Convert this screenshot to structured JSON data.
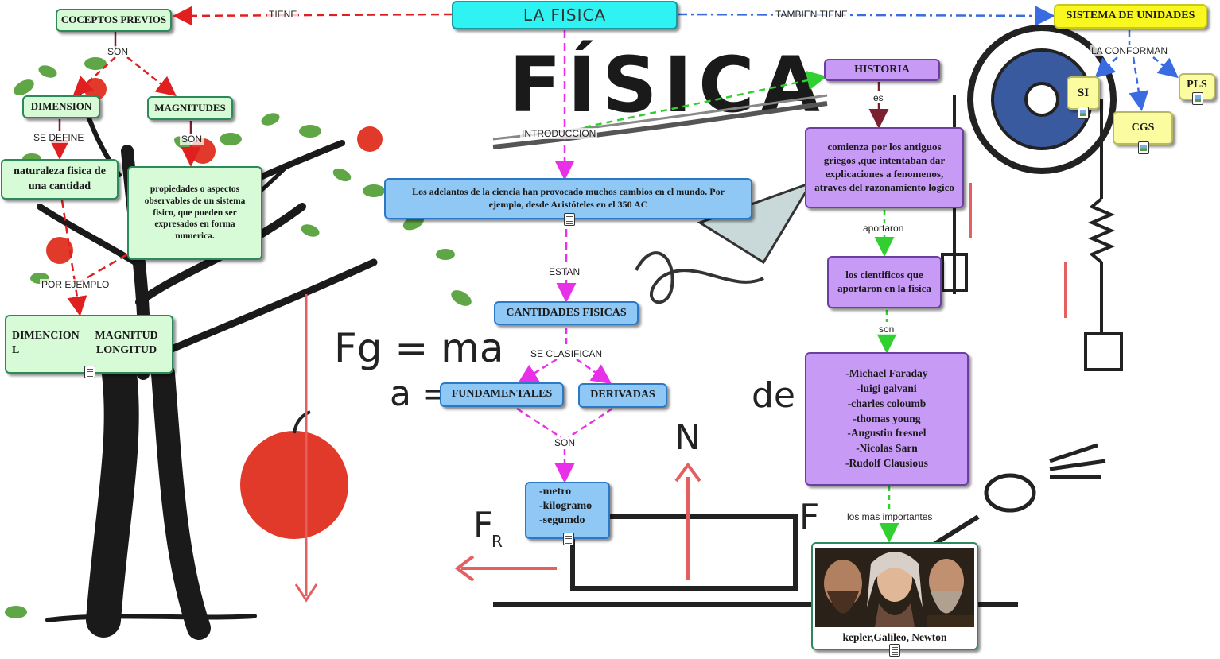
{
  "title": "LA FISICA",
  "nodes": {
    "coceptos_previos": "COCEPTOS PREVIOS",
    "dimension": "DIMENSION",
    "magnitudes": "MAGNITUDES",
    "naturaleza": "naturaleza fisica de una cantidad",
    "propiedades": "propiedades o aspectos observables de un sistema fisico, que pueden ser expresados en forma numerica.",
    "ejemplo_left": "DIMENCION L",
    "ejemplo_right": "MAGNITUD LONGITUD",
    "adelantos": "Los adelantos de la ciencia han provocado muchos cambios en el mundo. Por ejemplo, desde Aristóteles en el 350 AC",
    "cantidades": "CANTIDADES FISICAS",
    "fundamentales": "FUNDAMENTALES",
    "derivadas": "DERIVADAS",
    "unidades_list": [
      "-metro",
      "-kilogramo",
      "-segumdo"
    ],
    "historia": "HISTORIA",
    "comienza": "comienza por los antiguos griegos ,que intentaban dar explicaciones a fenomenos, atraves del razonamiento logico",
    "cientificos": "los cientificos que aportaron en la fisica",
    "lista_cientificos": [
      "-Michael Faraday",
      "-luigi galvani",
      "-charles coloumb",
      "-thomas young",
      "-Augustin fresnel",
      "-Nicolas Sarn",
      "-Rudolf  Clausious"
    ],
    "kepler": "kepler,Galileo, Newton",
    "sistema": "SISTEMA DE UNIDADES",
    "si": "SI",
    "cgs": "CGS",
    "pls": "PLS"
  },
  "links": {
    "tiene": "TIENE",
    "tambien_tiene": "TAMBIEN TIENE",
    "son_1": "SON",
    "se_define": "SE DEFINE",
    "son_2": "SON",
    "por_ejemplo": "POR EJEMPLO",
    "introduccion": "INTRODUCCION",
    "estan": "ESTAN",
    "se_clasifican": "SE CLASIFICAN",
    "son_3": "SON",
    "es": "es",
    "aportaron": "aportaron",
    "son_4": "son",
    "los_mas": "los mas importantes",
    "la_conforman": "LA CONFORMAN"
  },
  "background": {
    "heading": "FÍSICA",
    "formula1": "Fg = ma",
    "formula2": "a =",
    "force_n": "N",
    "force_fr": "F",
    "force_fr_sub": "R",
    "force_f": "F",
    "word_de": "de"
  },
  "colors": {
    "title_bg": "#2ff2f2",
    "green_node": "#d6fbd6",
    "blue_node": "#8fc8f5",
    "purple_node": "#c79af5",
    "yellow_node": "#fbfba0",
    "red_link": "#e02020",
    "blue_link": "#3a6be0",
    "magenta_link": "#e830e8",
    "green_link": "#30d030"
  }
}
